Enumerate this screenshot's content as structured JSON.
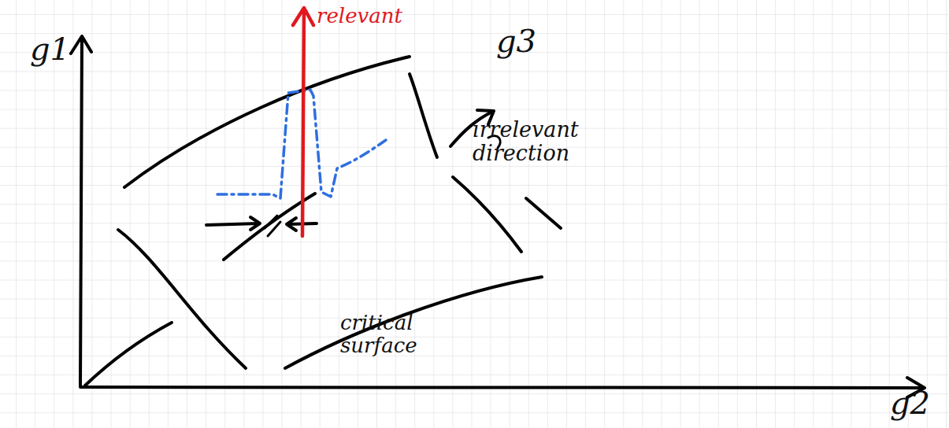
{
  "diagram": {
    "labels": [
      "g1",
      "relevant",
      "g3",
      "irrelevant direction",
      "critical surface",
      "g2"
    ]
  }
}
